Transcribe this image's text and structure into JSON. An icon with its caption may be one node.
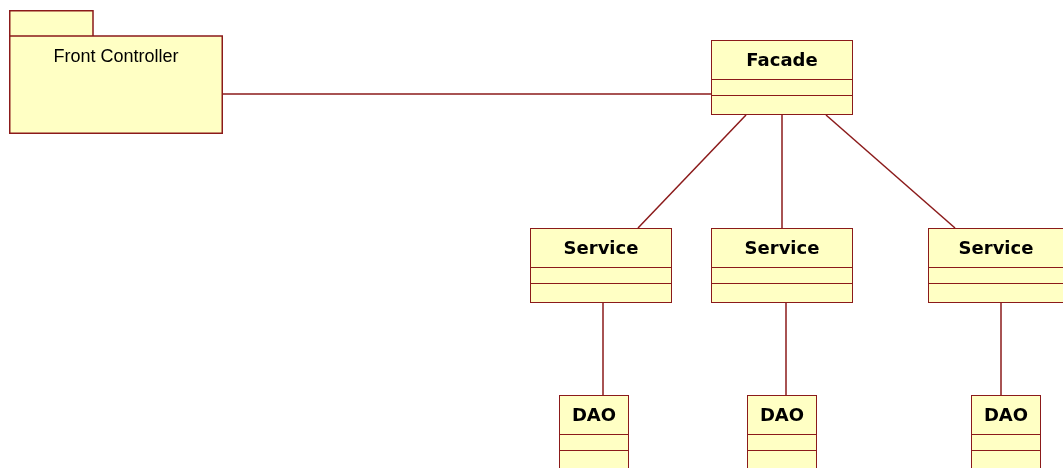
{
  "diagram": {
    "nodes": [
      {
        "text": [
          "Front Controller"
        ]
      },
      {
        "text": [
          "Facade"
        ]
      },
      {
        "text": [
          "Service"
        ]
      },
      {
        "text": [
          "Service"
        ]
      },
      {
        "text": [
          "Service"
        ]
      },
      {
        "text": [
          "DAO"
        ]
      },
      {
        "text": [
          "DAO"
        ]
      },
      {
        "text": [
          "DAO"
        ]
      }
    ],
    "edges": [
      {
        "from": 0,
        "to": 1,
        "arrow": "none"
      },
      {
        "from": 1,
        "to": 2,
        "arrow": "none"
      },
      {
        "from": 1,
        "to": 3,
        "arrow": "none"
      },
      {
        "from": 1,
        "to": 4,
        "arrow": "none"
      },
      {
        "from": 2,
        "to": 5,
        "arrow": "none"
      },
      {
        "from": 3,
        "to": 6,
        "arrow": "none"
      },
      {
        "from": 4,
        "to": 7,
        "arrow": "none"
      }
    ]
  }
}
